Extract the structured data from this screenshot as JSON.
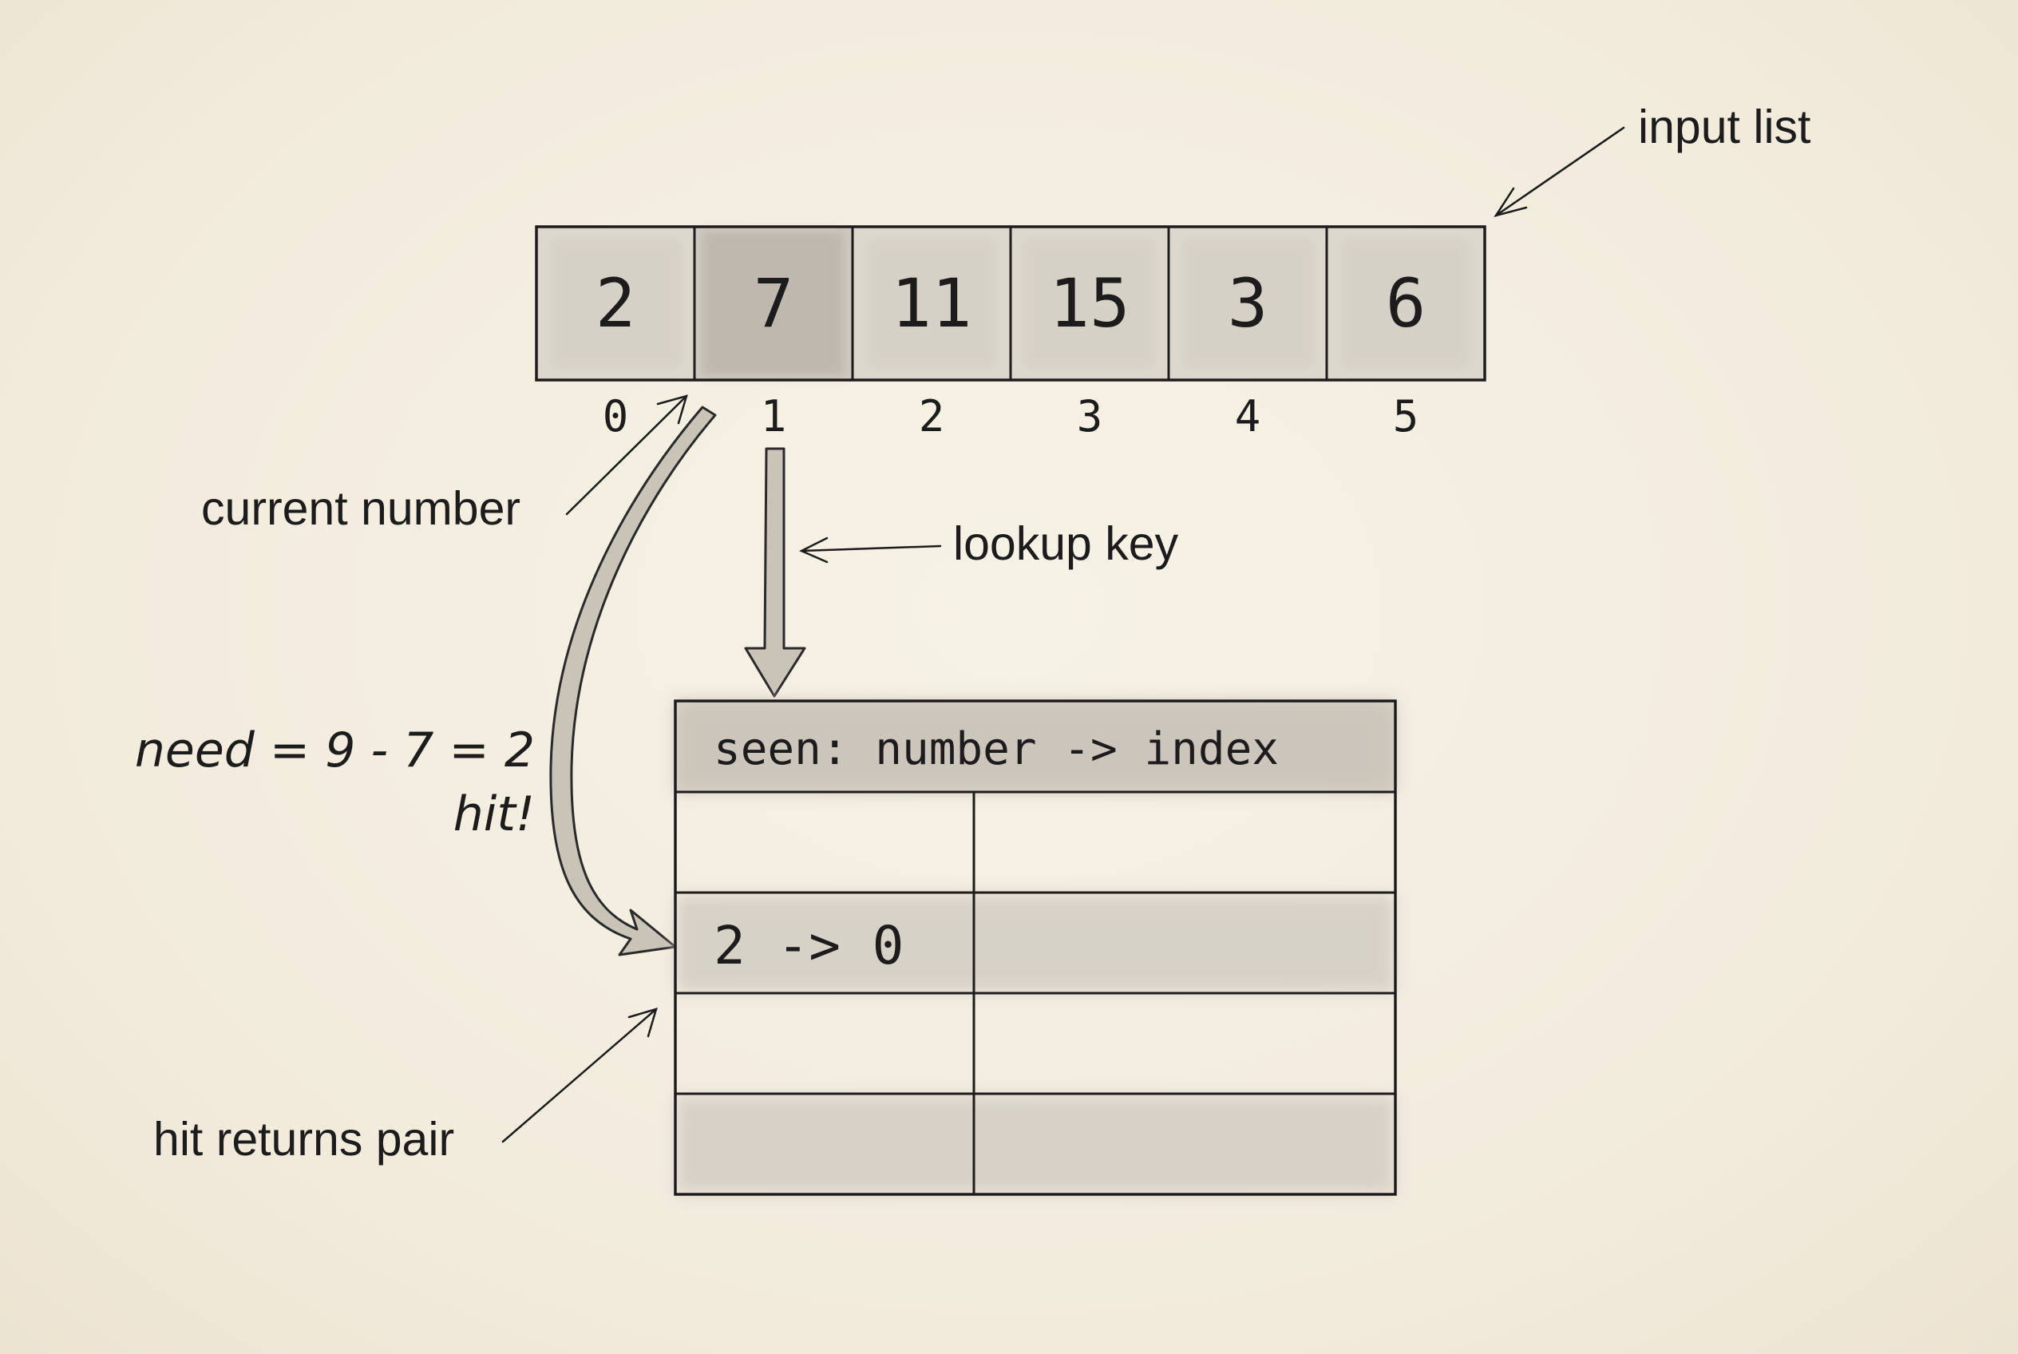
{
  "input_list": {
    "label": "input list",
    "values": [
      "2",
      "7",
      "11",
      "15",
      "3",
      "6"
    ],
    "indices": [
      "0",
      "1",
      "2",
      "3",
      "4",
      "5"
    ],
    "highlighted_index": 1
  },
  "labels": {
    "current_number": "current number",
    "lookup_key": "lookup key",
    "need": "need = 9 - 7 = 2",
    "hit": "hit!",
    "hit_returns_pair": "hit returns pair"
  },
  "table": {
    "header": "seen: number -> index",
    "rows": [
      {
        "key": "",
        "value": ""
      },
      {
        "key": "2 -> 0",
        "value": ""
      },
      {
        "key": "",
        "value": ""
      },
      {
        "key": "",
        "value": ""
      }
    ]
  },
  "colors": {
    "paper": "#f4eee0",
    "ink": "#1c1c1c",
    "wash": "#cfcac1",
    "arrow_fill": "#c9c3b8"
  }
}
